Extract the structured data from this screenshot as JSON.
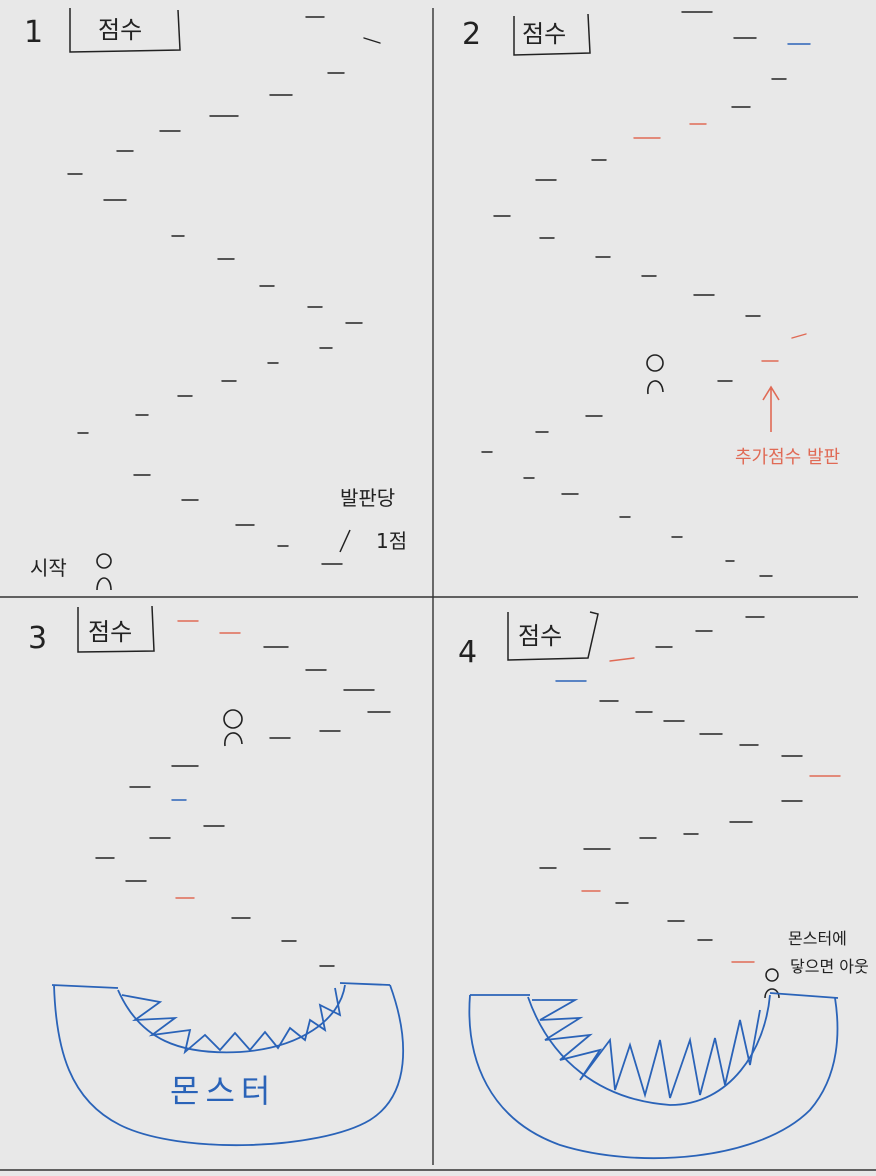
{
  "panels": [
    {
      "number": "1",
      "score_label": "점수"
    },
    {
      "number": "2",
      "score_label": "점수"
    },
    {
      "number": "3",
      "score_label": "점수"
    },
    {
      "number": "4",
      "score_label": "점수"
    }
  ],
  "annotations": {
    "start": "시작",
    "per_platform": "발판당",
    "one_point": "1점",
    "bonus_platform": "추가점수 발판",
    "monster": "몬스터",
    "monster_catch_line1": "몬스터에",
    "monster_catch_line2": "닿으면 아웃"
  },
  "colors": {
    "ink": "#222222",
    "bonus": "#e06a55",
    "special": "#2a63b8",
    "monster": "#2a63b8",
    "background": "#e8e8e8"
  }
}
